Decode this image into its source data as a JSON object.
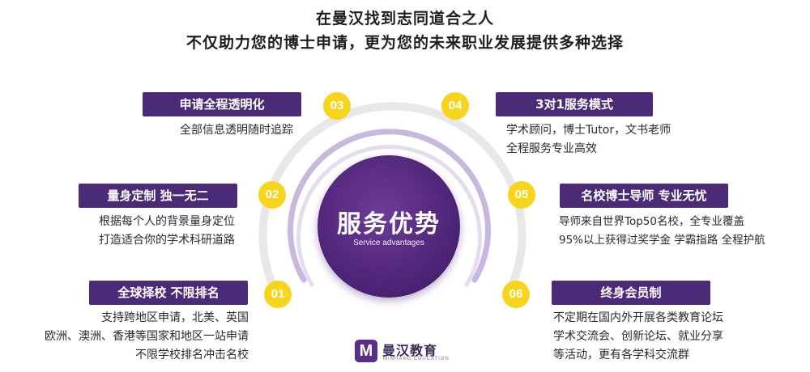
{
  "header": {
    "line1": "在曼汉找到志同道合之人",
    "line2": "不仅助力您的博士申请，更为您的未来职业发展提供多种选择"
  },
  "center": {
    "title": "服务优势",
    "subtitle": "Service advantages"
  },
  "items": [
    {
      "number": "01",
      "title": "全球择校 不限排名",
      "lines": [
        "支持跨地区申请，北美、英国",
        "欧洲、澳洲、香港等国家和地区一站申请",
        "不限学校排名冲击名校"
      ]
    },
    {
      "number": "02",
      "title": "量身定制 独一无二",
      "lines": [
        "根据每个人的背景量身定位",
        "打造适合你的学术科研道路"
      ]
    },
    {
      "number": "03",
      "title": "申请全程透明化",
      "lines": [
        "全部信息透明随时追踪"
      ]
    },
    {
      "number": "04",
      "title": "3对1服务模式",
      "lines": [
        "学术顾问，博士Tutor，文书老师",
        "全程服务专业高效"
      ]
    },
    {
      "number": "05",
      "title": "名校博士导师 专业无忧",
      "lines": [
        "导师来自世界Top50名校，全专业覆盖",
        "95%以上获得过奖学金 学霸指路 全程护航"
      ]
    },
    {
      "number": "06",
      "title": "终身会员制",
      "lines": [
        "不定期在国内外开展各类教育论坛",
        "学术交流会、创新论坛、就业分享",
        "等活动，更有各学科交流群"
      ]
    }
  ],
  "logo": {
    "mark": "M",
    "name": "曼汉教育",
    "sub": "MINHANG EDUCATION"
  },
  "colors": {
    "accent_purple": "#4b2a77",
    "number_yellow": "#f7d51c",
    "ring_gray": "#e4e4e4",
    "ring_purple": "#b9a6d3"
  }
}
